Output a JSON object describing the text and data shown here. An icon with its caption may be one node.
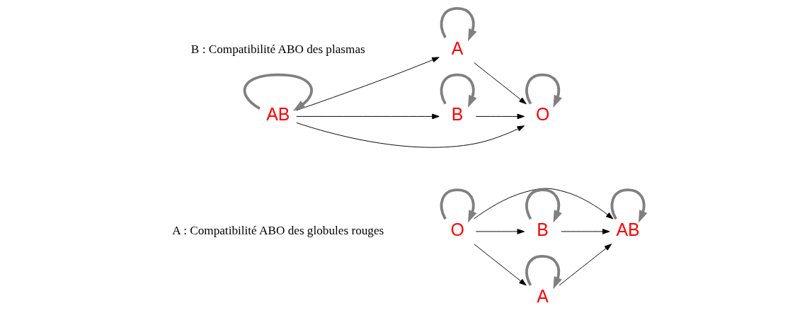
{
  "diagram": {
    "nodes": [
      {
        "text": [
          "O"
        ]
      },
      {
        "text": [
          "A"
        ]
      },
      {
        "text": [
          "B"
        ]
      },
      {
        "text": [
          "AB"
        ]
      },
      {
        "text": [
          "A"
        ]
      },
      {
        "text": [
          "O"
        ]
      },
      {
        "text": [
          "AB"
        ]
      },
      {
        "text": [
          "B"
        ]
      }
    ],
    "edges": [
      {
        "from": 0,
        "to": 1,
        "arrow": "to"
      },
      {
        "from": 0,
        "to": 3,
        "arrow": "to"
      },
      {
        "from": 0,
        "to": 2,
        "arrow": "to"
      },
      {
        "from": 1,
        "to": 3,
        "arrow": "to"
      },
      {
        "from": 2,
        "to": 3,
        "arrow": "to"
      },
      {
        "from": 0,
        "to": 0,
        "arrow": "to",
        "style": "thick",
        "color": "#808080"
      },
      {
        "from": 1,
        "to": 1,
        "arrow": "to",
        "style": "thick",
        "color": "#808080"
      },
      {
        "from": 2,
        "to": 2,
        "arrow": "to",
        "style": "thick",
        "color": "#808080"
      },
      {
        "from": 3,
        "to": 3,
        "arrow": "to",
        "style": "thick",
        "color": "#808080"
      },
      {
        "from": 6,
        "to": 4,
        "arrow": "to"
      },
      {
        "from": 6,
        "to": 5,
        "arrow": "to"
      },
      {
        "from": 6,
        "to": 7,
        "arrow": "to"
      },
      {
        "from": 4,
        "to": 5,
        "arrow": "to"
      },
      {
        "from": 7,
        "to": 5,
        "arrow": "to"
      },
      {
        "from": 4,
        "to": 4,
        "arrow": "to",
        "style": "thick",
        "color": "#808080"
      },
      {
        "from": 5,
        "to": 5,
        "arrow": "to",
        "style": "thick",
        "color": "#808080"
      },
      {
        "from": 6,
        "to": 6,
        "arrow": "to",
        "style": "thick",
        "color": "#808080"
      },
      {
        "from": 7,
        "to": 7,
        "arrow": "to",
        "style": "thick",
        "color": "#808080"
      }
    ],
    "labels": [
      "A : Compatibilité ABO des globules rouges",
      "B : Compatibilité ABO des plasmas"
    ]
  }
}
